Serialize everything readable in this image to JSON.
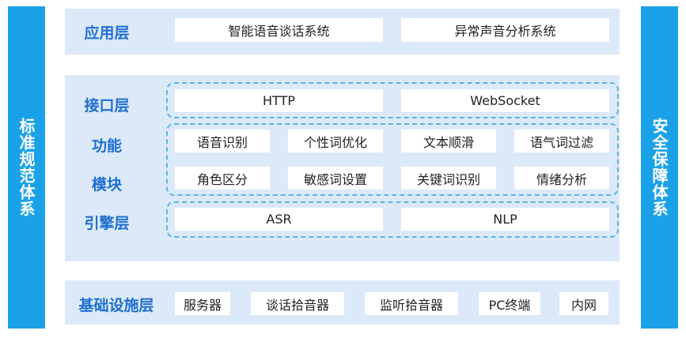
{
  "left_bar": {
    "label": "标准规范体系"
  },
  "right_bar": {
    "label": "安全保障体系"
  },
  "application_layer": {
    "label": "应用层",
    "items": [
      "智能语音谈话系统",
      "异常声音分析系统"
    ]
  },
  "interface_layer": {
    "label": "接口层",
    "items": [
      "HTTP",
      "WebSocket"
    ]
  },
  "function_module": {
    "label_line1": "功能",
    "label_line2": "模块",
    "row1": [
      "语音识别",
      "个性词优化",
      "文本顺滑",
      "语气词过滤"
    ],
    "row2": [
      "角色区分",
      "敏感词设置",
      "关键词识别",
      "情绪分析"
    ]
  },
  "engine_layer": {
    "label": "引擎层",
    "items": [
      "ASR",
      "NLP"
    ]
  },
  "infrastructure_layer": {
    "label": "基础设施层",
    "items": [
      "服务器",
      "谈话拾音器",
      "监听拾音器",
      "PC终端",
      "内网"
    ]
  },
  "colors": {
    "side_bar": "#1ba1e8",
    "panel": "#dce9f8",
    "label_text": "#1f6fd1",
    "dashed_border": "#5bb5e8"
  }
}
